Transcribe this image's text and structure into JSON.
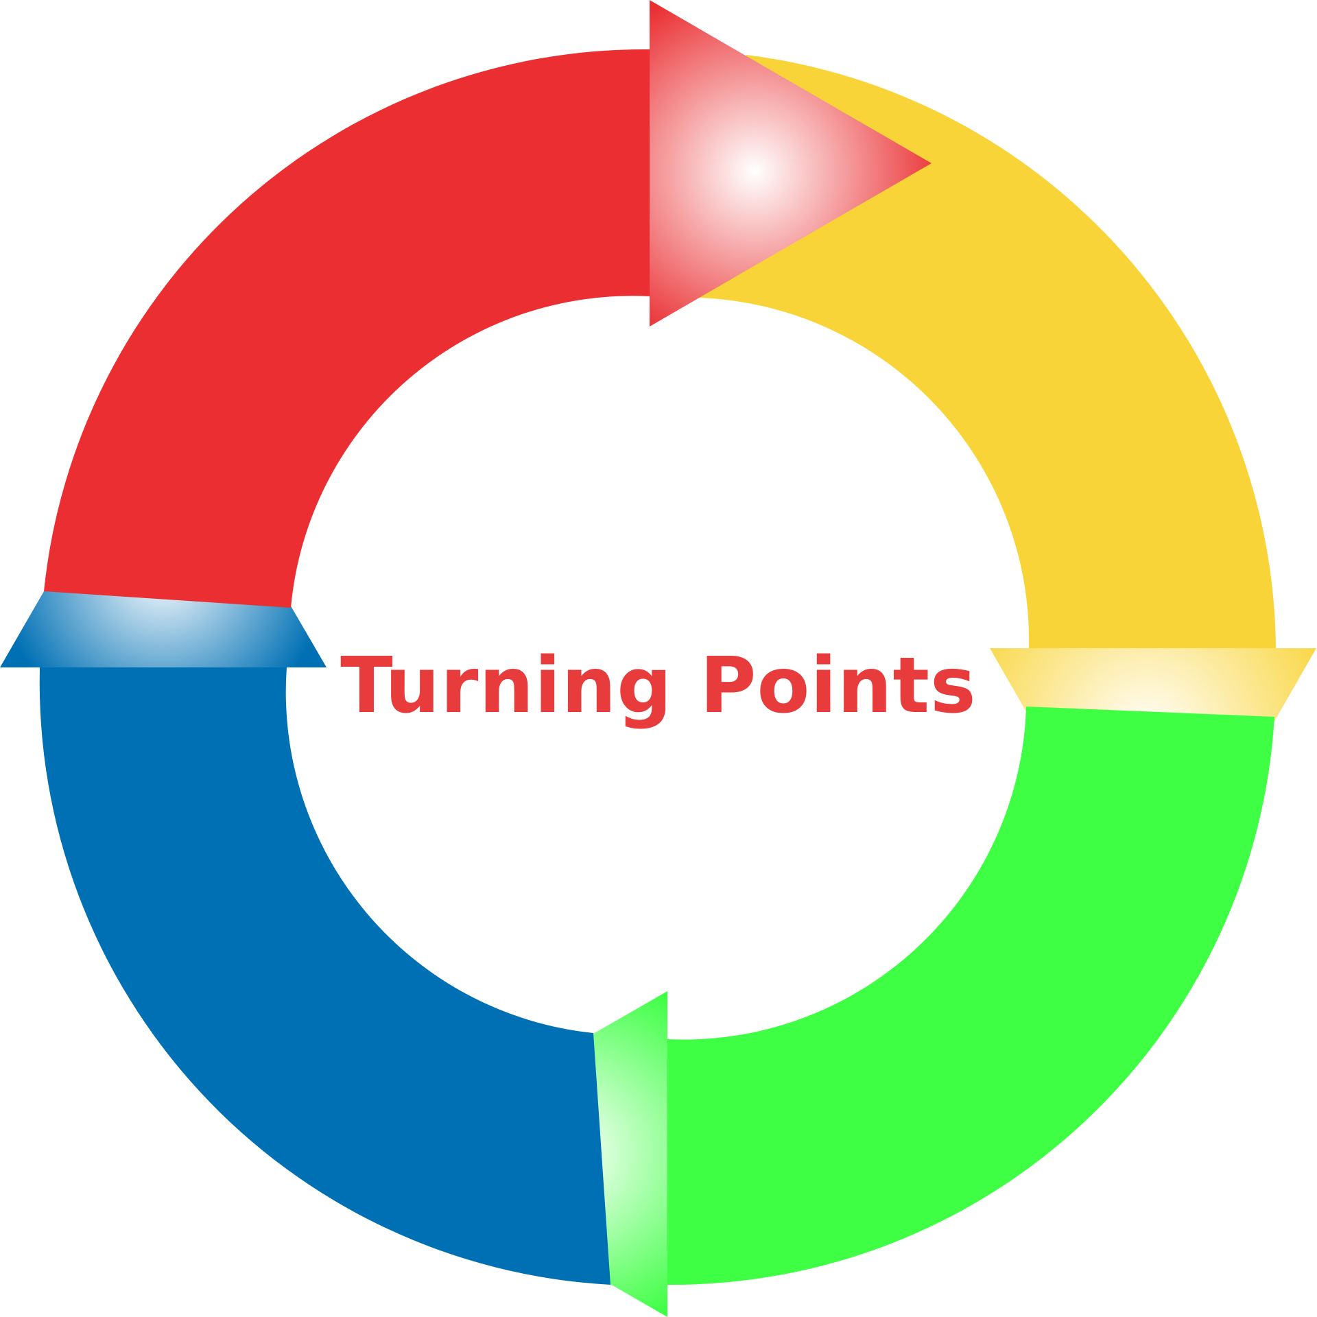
{
  "diagram": {
    "title": "Turning Points",
    "title_color": "#E83C3C",
    "arrows": [
      {
        "name": "red",
        "color": "#EA2E31",
        "highlight": "#FFFFFF"
      },
      {
        "name": "yellow",
        "color": "#F9D438",
        "highlight": "#FFFFFF"
      },
      {
        "name": "green",
        "color": "#3FFF45",
        "highlight": "#FFFFFF"
      },
      {
        "name": "blue",
        "color": "#0070B4",
        "highlight": "#FFFFFF"
      }
    ]
  }
}
